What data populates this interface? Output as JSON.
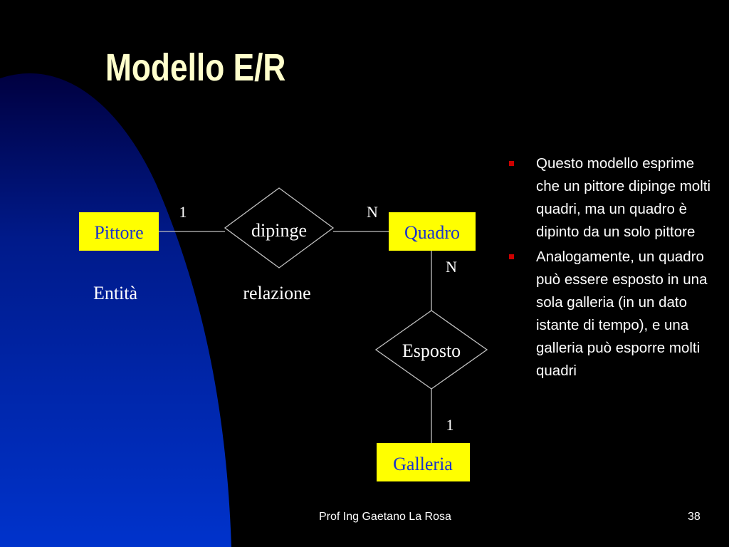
{
  "slide": {
    "title": "Modello E/R",
    "footer_author": "Prof Ing Gaetano La Rosa",
    "page_number": "38"
  },
  "colors": {
    "background": "#000000",
    "gradient_blue": "#0033cc",
    "title": "#ffffcc",
    "entity_fill": "#ffff00",
    "entity_text": "#1a33cc",
    "bullet": "#cc0000"
  },
  "diagram": {
    "entities": {
      "pittore": "Pittore",
      "quadro": "Quadro",
      "galleria": "Galleria"
    },
    "relationships": {
      "dipinge": "dipinge",
      "esposto": "Esposto"
    },
    "cardinalities": {
      "pittore_dipinge": "1",
      "dipinge_quadro": "N",
      "quadro_esposto": "N",
      "esposto_galleria": "1"
    },
    "captions": {
      "entity": "Entità",
      "relationship": "relazione"
    }
  },
  "bullets": [
    "Questo modello esprime che un pittore dipinge molti quadri, ma un quadro è dipinto  da un solo pittore",
    "Analogamente, un quadro può essere esposto in una sola galleria (in un dato istante di tempo), e una galleria può esporre molti quadri"
  ]
}
